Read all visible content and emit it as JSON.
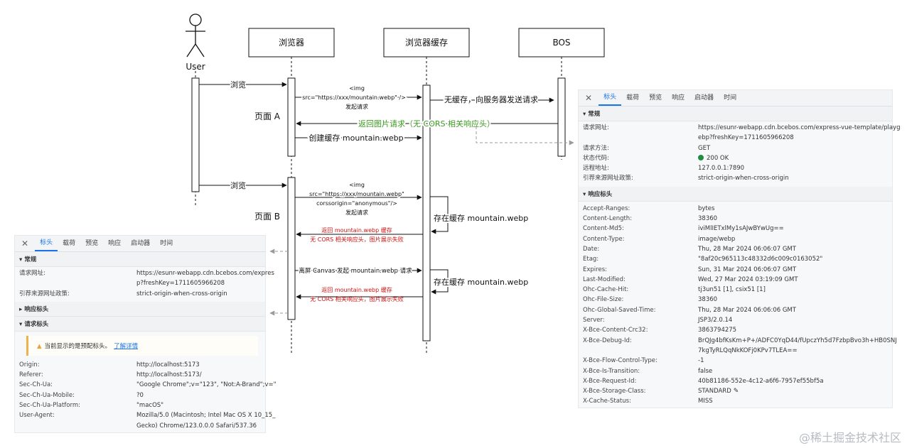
{
  "diagram": {
    "actor": "User",
    "participants": [
      "浏览器",
      "浏览器缓存",
      "BOS"
    ],
    "messages": {
      "browse1": "浏览",
      "browse2": "浏览",
      "req1": [
        "<img",
        "src=\"https://xxx/mountain.webp\" />",
        "发起请求"
      ],
      "nocache": "无缓存，向服务器发送请求",
      "returnImg": "返回图片请求（无 CORS 相关响应头）",
      "createCache": "创建缓存 mountain.webp",
      "req2": [
        "<img",
        "src=\"https://xxx/mountain.webp\"",
        "corssorigin=\"anonymous\"/>",
        "发起请求"
      ],
      "store1": "存在缓存 mountain.webp",
      "ret2": [
        "返回 mountain.webp 缓存",
        "无 CORS 相关响应头，图片展示失败"
      ],
      "canvas": "离屏 Canvas 发起 mountain.webp 请求",
      "store2": "存在缓存 mountain.webp",
      "ret3": [
        "返回 mountain.webp 缓存",
        "无 CORS 相关响应头，图片展示失败"
      ]
    },
    "pageA": "页面 A",
    "pageB": "页面 B",
    "colors": {
      "green": "#3a9a1f",
      "red": "#d01010",
      "line": "#111111",
      "dash": "#9a9a9a"
    }
  },
  "left_panel": {
    "tabs": [
      "标头",
      "载荷",
      "预览",
      "响应",
      "启动器",
      "时间"
    ],
    "general_title": "▾ 常规",
    "general": [
      {
        "k": "请求网址:",
        "v": "https://esunr-webapp.cdn.bcebos.com/expres"
      },
      {
        "k": "",
        "v": "p?freshKey=1711605966208"
      },
      {
        "k": "引荐来源网址政策:",
        "v": "strict-origin-when-cross-origin"
      }
    ],
    "resp_title": "▸ 响应标头",
    "req_title": "▾ 请求标头",
    "warning": "当前显示的是预配标头。",
    "warning_link": "了解详情",
    "headers": [
      {
        "k": "Origin:",
        "v": "http://localhost:5173"
      },
      {
        "k": "Referer:",
        "v": "http://localhost:5173/"
      },
      {
        "k": "Sec-Ch-Ua:",
        "v": "\"Google Chrome\";v=\"123\", \"Not:A-Brand\";v=\""
      },
      {
        "k": "Sec-Ch-Ua-Mobile:",
        "v": "?0"
      },
      {
        "k": "Sec-Ch-Ua-Platform:",
        "v": "\"macOS\""
      },
      {
        "k": "User-Agent:",
        "v": "Mozilla/5.0 (Macintosh; Intel Mac OS X 10_15_"
      },
      {
        "k": "",
        "v": "Gecko) Chrome/123.0.0.0 Safari/537.36"
      }
    ]
  },
  "right_panel": {
    "tabs": [
      "标头",
      "载荷",
      "预览",
      "响应",
      "启动器",
      "时间"
    ],
    "general_title": "▾ 常规",
    "general": [
      {
        "k": "请求网址:",
        "v": "https://esunr-webapp.cdn.bcebos.com/express-vue-template/playg"
      },
      {
        "k": "",
        "v": "ebp?freshKey=1711605966208"
      },
      {
        "k": "请求方法:",
        "v": "GET"
      },
      {
        "k": "状态代码:",
        "v": "200 OK"
      },
      {
        "k": "远程地址:",
        "v": "127.0.0.1:7890"
      },
      {
        "k": "引荐来源网址政策:",
        "v": "strict-origin-when-cross-origin"
      }
    ],
    "resp_title": "▾ 响应标头",
    "headers": [
      {
        "k": "Accept-Ranges:",
        "v": "bytes"
      },
      {
        "k": "Content-Length:",
        "v": "38360"
      },
      {
        "k": "Content-Md5:",
        "v": "iviMlIETxlMy1sAJwBYwUg=="
      },
      {
        "k": "Content-Type:",
        "v": "image/webp"
      },
      {
        "k": "Date:",
        "v": "Thu, 28 Mar 2024 06:06:07 GMT"
      },
      {
        "k": "Etag:",
        "v": "\"8af20c965113c48332d6c009c0163052\""
      },
      {
        "k": "Expires:",
        "v": "Sun, 31 Mar 2024 06:06:07 GMT"
      },
      {
        "k": "Last-Modified:",
        "v": "Wed, 27 Mar 2024 03:19:09 GMT"
      },
      {
        "k": "Ohc-Cache-Hit:",
        "v": "tj3un51 [1], csix51 [1]"
      },
      {
        "k": "Ohc-File-Size:",
        "v": "38360"
      },
      {
        "k": "Ohc-Global-Saved-Time:",
        "v": "Thu, 28 Mar 2024 06:06:06 GMT"
      },
      {
        "k": "Server:",
        "v": "JSP3/2.0.14"
      },
      {
        "k": "X-Bce-Content-Crc32:",
        "v": "3863794275"
      },
      {
        "k": "X-Bce-Debug-Id:",
        "v": "BrQJg4bfKsKm+P+/ADFC0YqD44/fUpczYh5d7FzbpBvo3h+HB0SNJ"
      },
      {
        "k": "",
        "v": "7kgTyRLQqNkKOFj0KPv7TLEA=="
      },
      {
        "k": "X-Bce-Flow-Control-Type:",
        "v": "-1"
      },
      {
        "k": "X-Bce-Is-Transition:",
        "v": "false"
      },
      {
        "k": "X-Bce-Request-Id:",
        "v": "40b81186-552e-4c12-a6f6-7957ef55bf5a"
      },
      {
        "k": "X-Bce-Storage-Class:",
        "v": "STANDARD"
      },
      {
        "k": "X-Cache-Status:",
        "v": "MISS"
      }
    ]
  },
  "watermark": "@稀土掘金技术社区"
}
